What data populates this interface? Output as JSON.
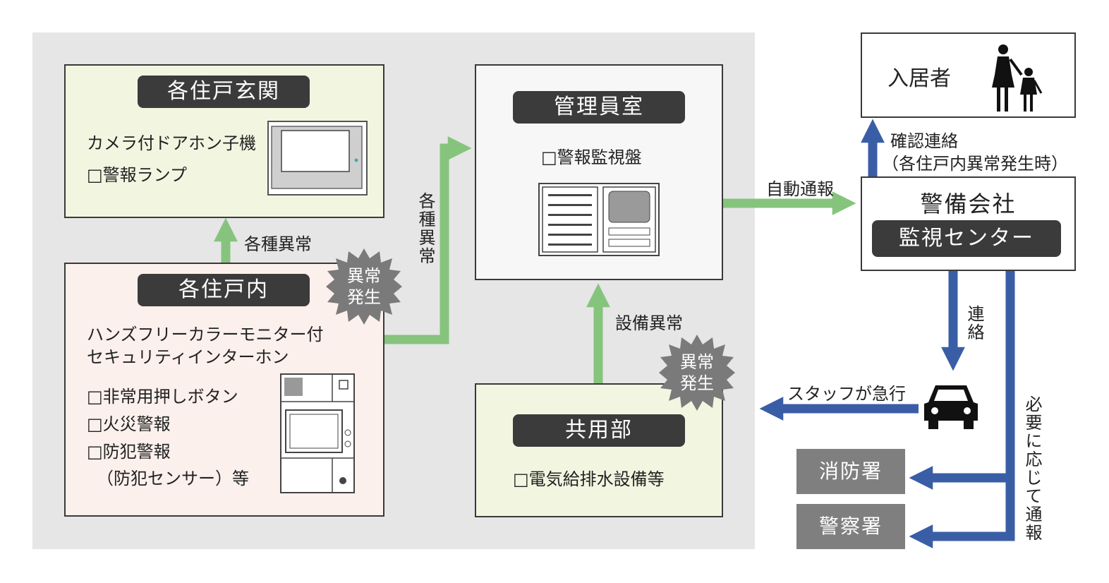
{
  "entrance": {
    "title": "各住戸玄関",
    "lines": [
      "カメラ付ドアホン子機",
      "□警報ランプ"
    ]
  },
  "unit_interior": {
    "title": "各住戸内",
    "lines": [
      "ハンズフリーカラーモニター付",
      "セキュリティインターホン",
      "□非常用押しボタン",
      "□火災警報",
      "□防犯警報",
      "（防犯センサー）等"
    ]
  },
  "manager_room": {
    "title": "管理員室",
    "lines": [
      "□警報監視盤"
    ]
  },
  "common_area": {
    "title": "共用部",
    "lines": [
      "□電気給排水設備等"
    ]
  },
  "resident": {
    "label": "入居者"
  },
  "security_company": {
    "title": "警備会社",
    "subtitle": "監視センター"
  },
  "fire_station": {
    "label": "消防署"
  },
  "police_station": {
    "label": "警察署"
  },
  "bursts": [
    "異常\n発生",
    "異常\n発生"
  ],
  "edges": {
    "various_anomaly_up": "各種異常",
    "various_anomaly_vertical": "各種異常",
    "equipment_anomaly": "設備異常",
    "auto_report": "自動通報",
    "confirm_contact_1": "確認連絡",
    "confirm_contact_2": "（各住戸内異常発生時）",
    "contact": "連絡",
    "staff_rush": "スタッフが急行",
    "report_if_needed": "必要に応じて通報"
  },
  "colors": {
    "green_arrow": "#86c47e",
    "blue_arrow": "#3a5ea6",
    "dark_pill": "#3b3b3b",
    "gray_station": "#7f7f7f"
  }
}
